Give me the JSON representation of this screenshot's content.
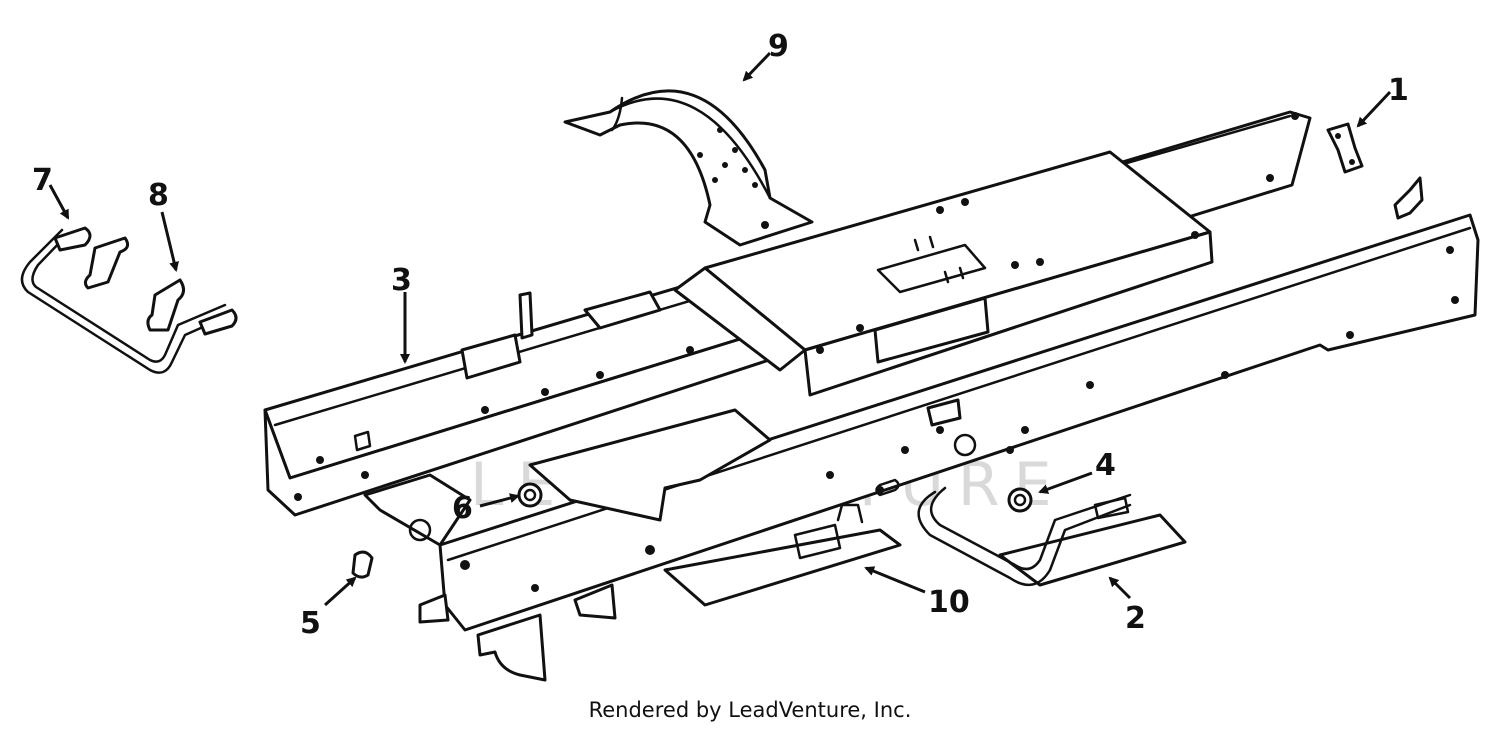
{
  "diagram": {
    "watermark": "LEADVENTURE",
    "footer": "Rendered by LeadVenture, Inc.",
    "callouts": [
      {
        "id": "1",
        "label": "1"
      },
      {
        "id": "2",
        "label": "2"
      },
      {
        "id": "3",
        "label": "3"
      },
      {
        "id": "4",
        "label": "4"
      },
      {
        "id": "5",
        "label": "5"
      },
      {
        "id": "6",
        "label": "6"
      },
      {
        "id": "7",
        "label": "7"
      },
      {
        "id": "8",
        "label": "8"
      },
      {
        "id": "9",
        "label": "9"
      },
      {
        "id": "10",
        "label": "10"
      }
    ]
  }
}
